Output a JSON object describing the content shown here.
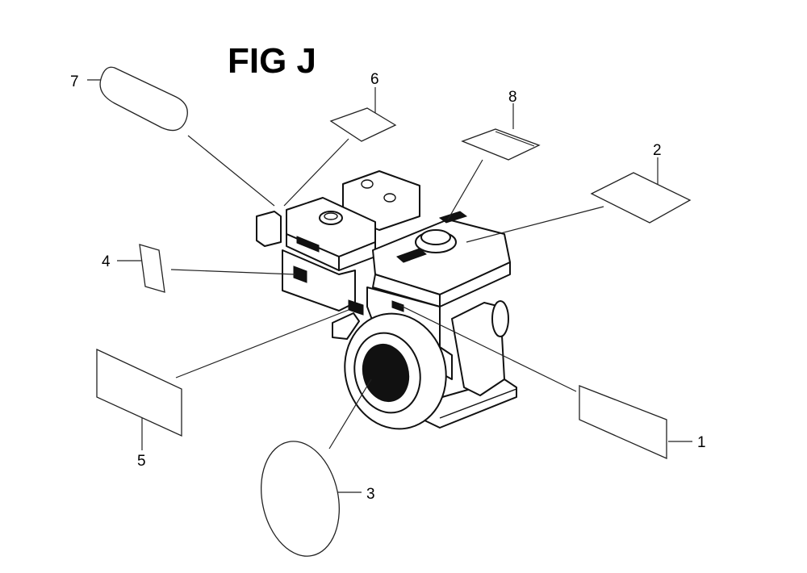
{
  "figure": {
    "title": "FIG J",
    "callouts": [
      {
        "id": "c1",
        "label": "1"
      },
      {
        "id": "c2",
        "label": "2"
      },
      {
        "id": "c3",
        "label": "3"
      },
      {
        "id": "c4",
        "label": "4"
      },
      {
        "id": "c5",
        "label": "5"
      },
      {
        "id": "c6",
        "label": "6"
      },
      {
        "id": "c7",
        "label": "7"
      },
      {
        "id": "c8",
        "label": "8"
      }
    ]
  },
  "colors": {
    "line": "#222222",
    "background": "#ffffff",
    "fill_dark": "#111111"
  }
}
